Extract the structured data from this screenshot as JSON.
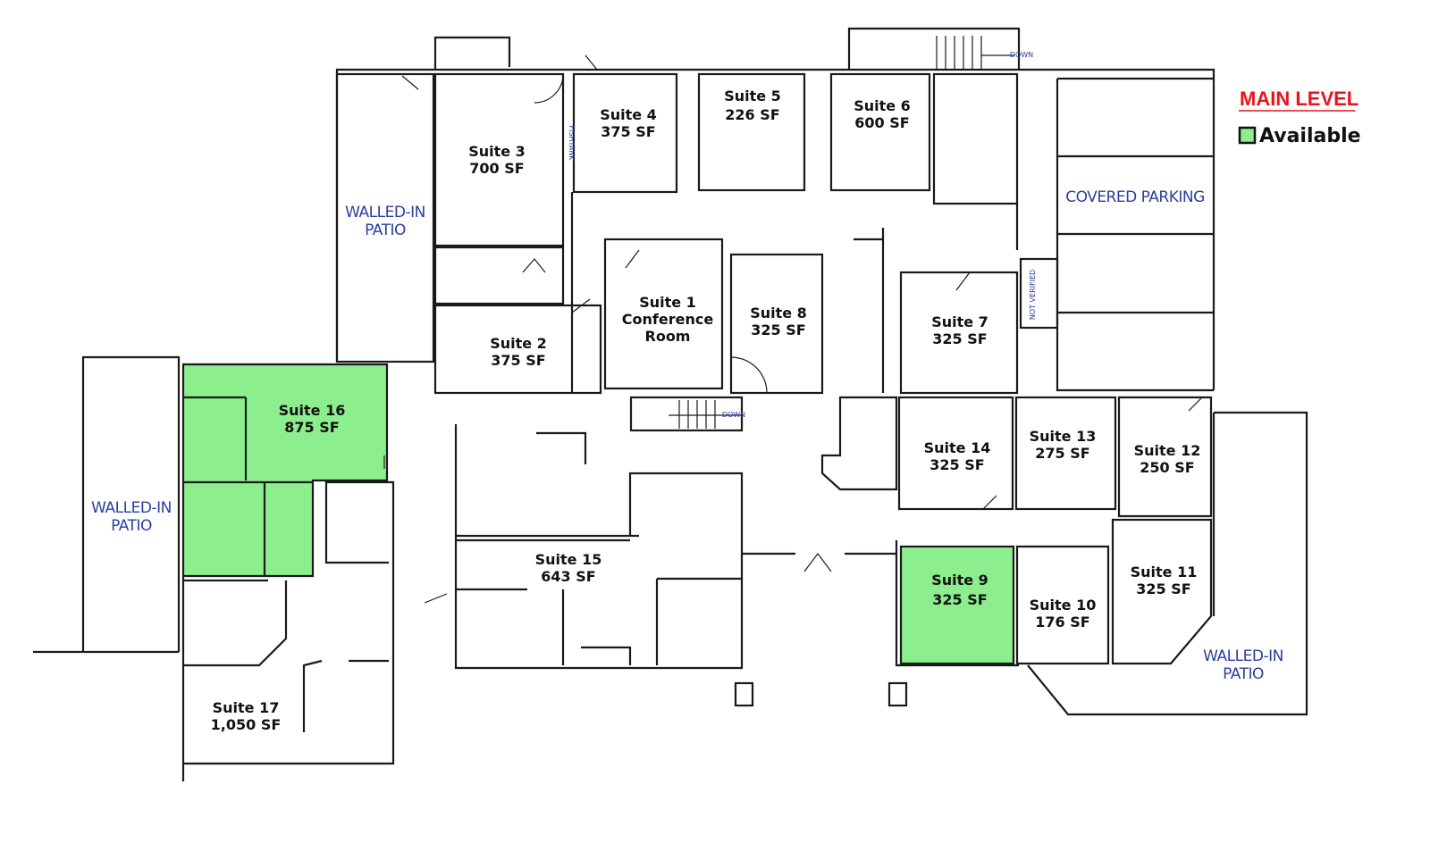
{
  "legend": {
    "title": "MAIN LEVEL",
    "available_label": "Available",
    "available_color": "#8cee8c",
    "title_color": "#e8141b"
  },
  "suites": {
    "s1": {
      "name": "Suite 1",
      "line2": "Conference",
      "line3": "Room"
    },
    "s2": {
      "name": "Suite 2",
      "area": "375 SF"
    },
    "s3": {
      "name": "Suite 3",
      "area": "700 SF"
    },
    "s4": {
      "name": "Suite 4",
      "area": "375 SF"
    },
    "s5": {
      "name": "Suite 5",
      "area": "226 SF"
    },
    "s6": {
      "name": "Suite 6",
      "area": "600 SF"
    },
    "s7": {
      "name": "Suite 7",
      "area": "325 SF"
    },
    "s8": {
      "name": "Suite 8",
      "area": "325 SF"
    },
    "s9": {
      "name": "Suite 9",
      "area": "325 SF",
      "available": true
    },
    "s10": {
      "name": "Suite 10",
      "area": "176 SF"
    },
    "s11": {
      "name": "Suite 11",
      "area": "325 SF"
    },
    "s12": {
      "name": "Suite 12",
      "area": "250 SF"
    },
    "s13": {
      "name": "Suite 13",
      "area": "275 SF"
    },
    "s14": {
      "name": "Suite 14",
      "area": "325 SF"
    },
    "s15": {
      "name": "Suite 15",
      "area": "643 SF"
    },
    "s16": {
      "name": "Suite 16",
      "area": "875 SF",
      "available": true
    },
    "s17": {
      "name": "Suite 17",
      "area": "1,050 SF"
    }
  },
  "annotations": {
    "patio_line1": "WALLED-IN",
    "patio_line2": "PATIO",
    "covered_parking": "COVERED  PARKING",
    "down": "DOWN",
    "fishtank": "FISHTANK",
    "not_verified": "NOT VERIFIED"
  }
}
